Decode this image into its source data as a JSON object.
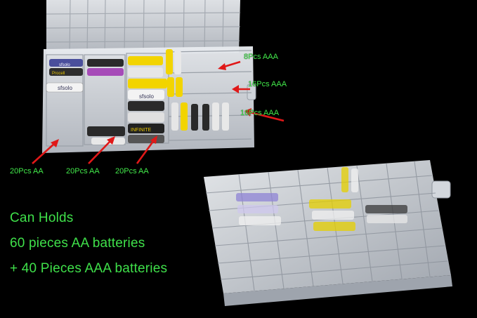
{
  "labels": {
    "aaa_8": "8Pcs AAA",
    "aaa_16": "16Pcs AAA",
    "aaa_16b": "16Pcs AAA",
    "aa_left": "20Pcs AA",
    "aa_mid": "20Pcs AA",
    "aa_right": "20Pcs AA"
  },
  "headline": {
    "line1": "Can Holds",
    "line2": "60 pieces AA batteries",
    "line3": "+ 40 Pieces AAA batteries"
  },
  "battery_text": {
    "brand_a": "sfsolo",
    "brand_b": "Procell",
    "brand_c": "INFINITE"
  },
  "colors": {
    "background": "#000000",
    "label_green": "#42e84a",
    "arrow_red": "#e01818",
    "plastic": "#d9dde3"
  }
}
